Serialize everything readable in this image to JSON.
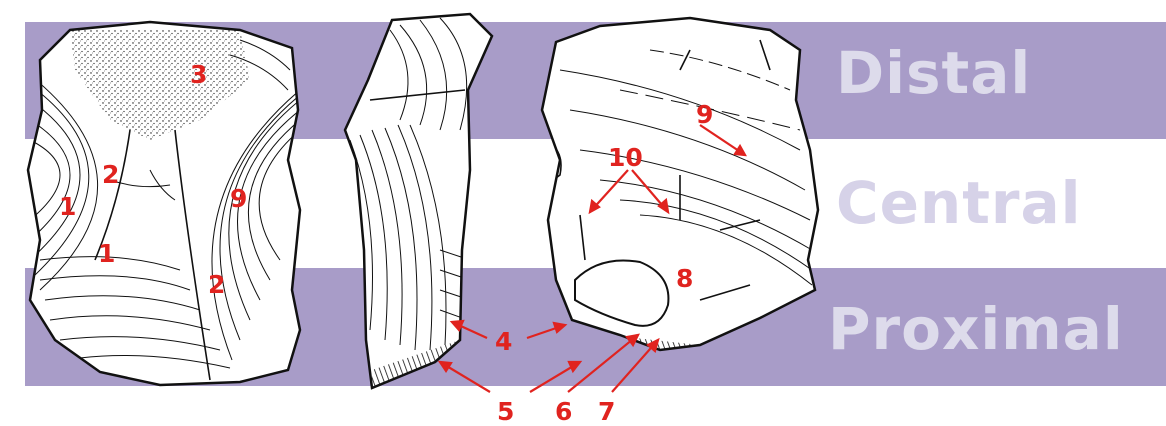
{
  "colors": {
    "band": "#a89cc8",
    "band_label": "#dddbeb",
    "central_label": "#d6d2e8",
    "annotation": "#e0231f",
    "ink": "#111111",
    "stone": "#ffffff"
  },
  "zones": {
    "distal": "Distal",
    "central": "Central",
    "proximal": "Proximal"
  },
  "annotations": {
    "left_view": {
      "n1a": "1",
      "n1b": "1",
      "n2a": "2",
      "n2b": "2",
      "n3": "3",
      "n9": "9"
    },
    "right_view": {
      "n9": "9",
      "n10": "10",
      "n8": "8"
    },
    "bottom": {
      "n4": "4",
      "n5": "5",
      "n6": "6",
      "n7": "7"
    }
  }
}
